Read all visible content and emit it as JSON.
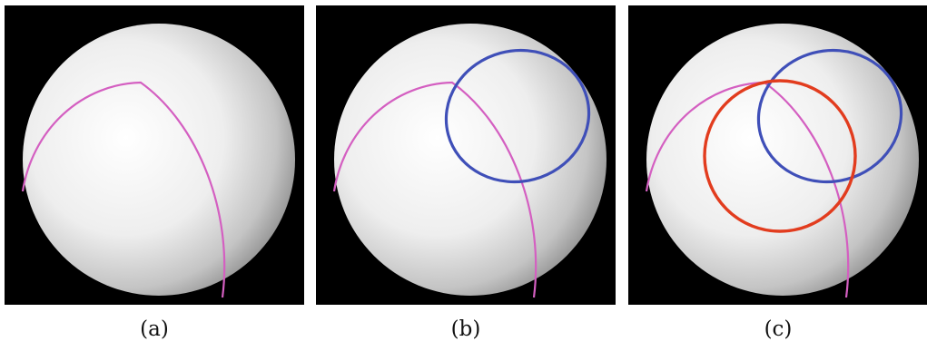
{
  "figure": {
    "panels": [
      {
        "caption": "(a)",
        "circles": [
          "pink"
        ]
      },
      {
        "caption": "(b)",
        "circles": [
          "pink",
          "blue"
        ]
      },
      {
        "caption": "(c)",
        "circles": [
          "pink",
          "blue",
          "red"
        ]
      }
    ],
    "colors": {
      "background": "#000000",
      "sphere_light": "#ffffff",
      "sphere_shadow": "#9a9a9a",
      "pink": "#d45fc1",
      "blue": "#3f4fb8",
      "red": "#e23c1e"
    }
  }
}
